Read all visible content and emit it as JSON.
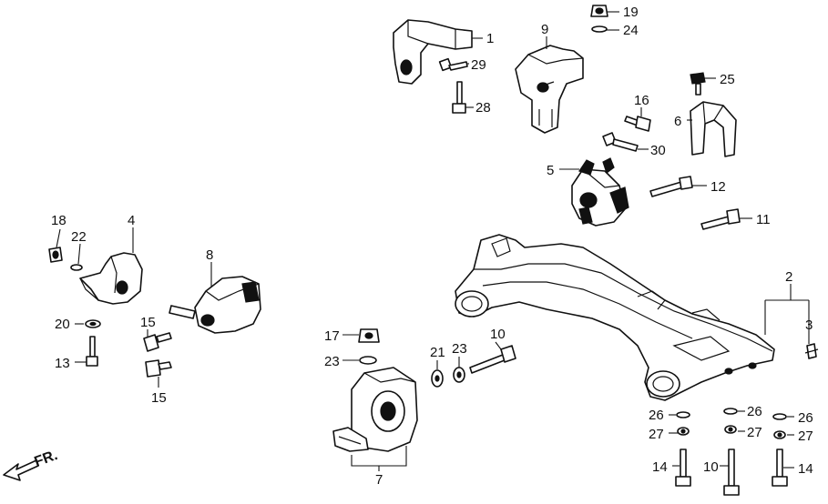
{
  "diagram": {
    "title": "Engine mounts and front sub-frame exploded view",
    "direction_label": "FR.",
    "part_numbers": {
      "p1": "1",
      "p2": "2",
      "p3": "3",
      "p4": "4",
      "p5": "5",
      "p6": "6",
      "p7": "7",
      "p8": "8",
      "p9": "9",
      "p10": "10",
      "p11": "11",
      "p12": "12",
      "p13": "13",
      "p14": "14",
      "p15": "15",
      "p16": "16",
      "p17": "17",
      "p18": "18",
      "p19": "19",
      "p20": "20",
      "p21": "21",
      "p22": "22",
      "p23": "23",
      "p24": "24",
      "p25": "25",
      "p26": "26",
      "p27": "27",
      "p28": "28",
      "p29": "29",
      "p30": "30"
    }
  }
}
